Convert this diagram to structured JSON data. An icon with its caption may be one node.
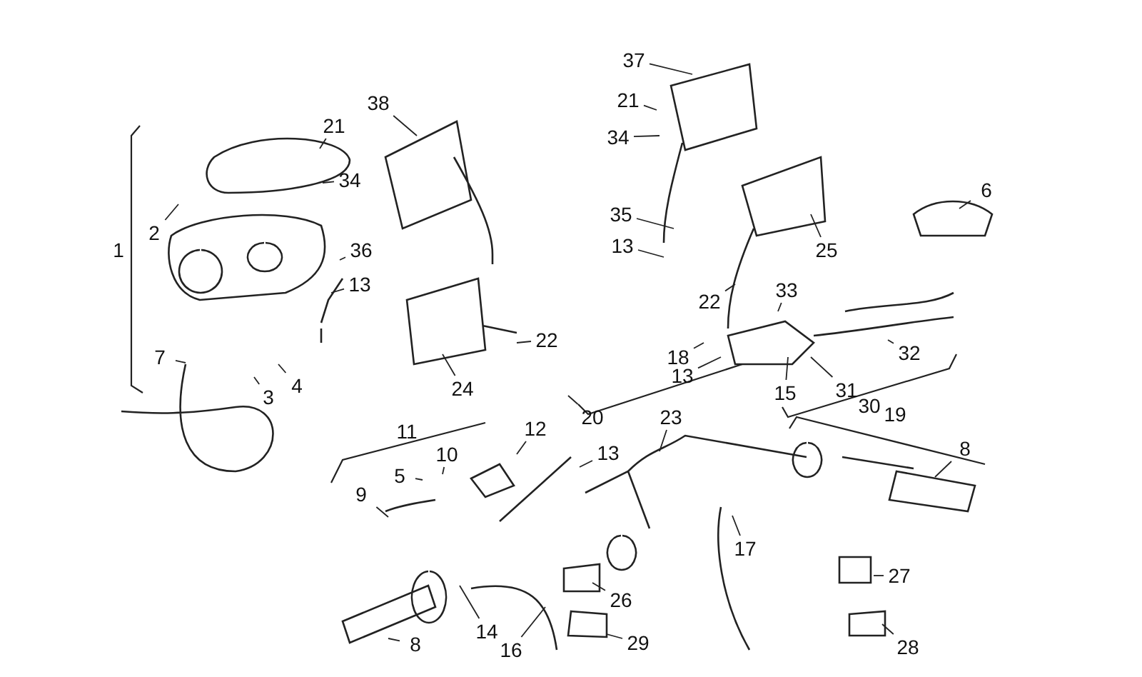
{
  "diagram": {
    "nodes": [
      {
        "text": [
          "37"
        ]
      },
      {
        "text": [
          "21"
        ]
      },
      {
        "text": [
          "38"
        ]
      },
      {
        "text": [
          "34"
        ]
      },
      {
        "text": [
          "21"
        ]
      },
      {
        "text": [
          "34"
        ]
      },
      {
        "text": [
          "6"
        ]
      },
      {
        "text": [
          "35"
        ]
      },
      {
        "text": [
          "13"
        ]
      },
      {
        "text": [
          "2"
        ]
      },
      {
        "text": [
          "25"
        ]
      },
      {
        "text": [
          "36"
        ]
      },
      {
        "text": [
          "22"
        ]
      },
      {
        "text": [
          "13"
        ]
      },
      {
        "text": [
          "33"
        ]
      },
      {
        "text": [
          "22"
        ]
      },
      {
        "text": [
          "7"
        ]
      },
      {
        "text": [
          "18"
        ]
      },
      {
        "text": [
          "13"
        ]
      },
      {
        "text": [
          "32"
        ]
      },
      {
        "text": [
          "31"
        ]
      },
      {
        "text": [
          "15"
        ]
      },
      {
        "text": [
          "4"
        ]
      },
      {
        "text": [
          "24"
        ]
      },
      {
        "text": [
          "3"
        ]
      },
      {
        "text": [
          "20"
        ]
      },
      {
        "text": [
          "13"
        ]
      },
      {
        "text": [
          "12"
        ]
      },
      {
        "text": [
          "23"
        ]
      },
      {
        "text": [
          "10"
        ]
      },
      {
        "text": [
          "8"
        ]
      },
      {
        "text": [
          "5"
        ]
      },
      {
        "text": [
          "9"
        ]
      },
      {
        "text": [
          "17"
        ]
      },
      {
        "text": [
          "27"
        ]
      },
      {
        "text": [
          "26"
        ]
      },
      {
        "text": [
          "14"
        ]
      },
      {
        "text": [
          "29"
        ]
      },
      {
        "text": [
          "8"
        ]
      },
      {
        "text": [
          "16"
        ]
      },
      {
        "text": [
          "28"
        ]
      }
    ],
    "edges": [
      {
        "from": 0,
        "to": null,
        "arrow": "none"
      },
      {
        "from": 1,
        "to": null,
        "arrow": "none"
      },
      {
        "from": 2,
        "to": null,
        "arrow": "none"
      },
      {
        "from": 3,
        "to": null,
        "arrow": "none"
      },
      {
        "from": 4,
        "to": null,
        "arrow": "none"
      },
      {
        "from": 5,
        "to": null,
        "arrow": "none"
      },
      {
        "from": 6,
        "to": null,
        "arrow": "none"
      },
      {
        "from": 7,
        "to": null,
        "arrow": "none"
      },
      {
        "from": 8,
        "to": null,
        "arrow": "none"
      },
      {
        "from": 9,
        "to": null,
        "arrow": "none"
      },
      {
        "from": 10,
        "to": null,
        "arrow": "none"
      },
      {
        "from": 11,
        "to": null,
        "arrow": "none"
      },
      {
        "from": 12,
        "to": null,
        "arrow": "none"
      },
      {
        "from": 13,
        "to": null,
        "arrow": "none"
      },
      {
        "from": 14,
        "to": null,
        "arrow": "none"
      },
      {
        "from": 15,
        "to": null,
        "arrow": "none"
      },
      {
        "from": 16,
        "to": null,
        "arrow": "none"
      },
      {
        "from": 17,
        "to": null,
        "arrow": "none"
      },
      {
        "from": 18,
        "to": null,
        "arrow": "none"
      },
      {
        "from": 19,
        "to": null,
        "arrow": "none"
      },
      {
        "from": 20,
        "to": null,
        "arrow": "none"
      },
      {
        "from": 21,
        "to": null,
        "arrow": "none"
      },
      {
        "from": 22,
        "to": null,
        "arrow": "none"
      },
      {
        "from": 23,
        "to": null,
        "arrow": "none"
      },
      {
        "from": 24,
        "to": null,
        "arrow": "none"
      },
      {
        "from": 25,
        "to": null,
        "arrow": "none"
      },
      {
        "from": 26,
        "to": null,
        "arrow": "none"
      },
      {
        "from": 27,
        "to": null,
        "arrow": "none"
      },
      {
        "from": 28,
        "to": null,
        "arrow": "none"
      },
      {
        "from": 29,
        "to": null,
        "arrow": "none"
      },
      {
        "from": 30,
        "to": null,
        "arrow": "none"
      },
      {
        "from": 31,
        "to": null,
        "arrow": "none"
      },
      {
        "from": 32,
        "to": null,
        "arrow": "none"
      },
      {
        "from": 33,
        "to": null,
        "arrow": "none"
      },
      {
        "from": 34,
        "to": null,
        "arrow": "none"
      },
      {
        "from": 35,
        "to": null,
        "arrow": "none"
      },
      {
        "from": 36,
        "to": null,
        "arrow": "none"
      },
      {
        "from": 37,
        "to": null,
        "arrow": "none"
      },
      {
        "from": 38,
        "to": null,
        "arrow": "none"
      },
      {
        "from": 39,
        "to": null,
        "arrow": "none"
      },
      {
        "from": 40,
        "to": null,
        "arrow": "none"
      }
    ],
    "labels": [
      "1",
      "11",
      "30",
      "19"
    ]
  }
}
